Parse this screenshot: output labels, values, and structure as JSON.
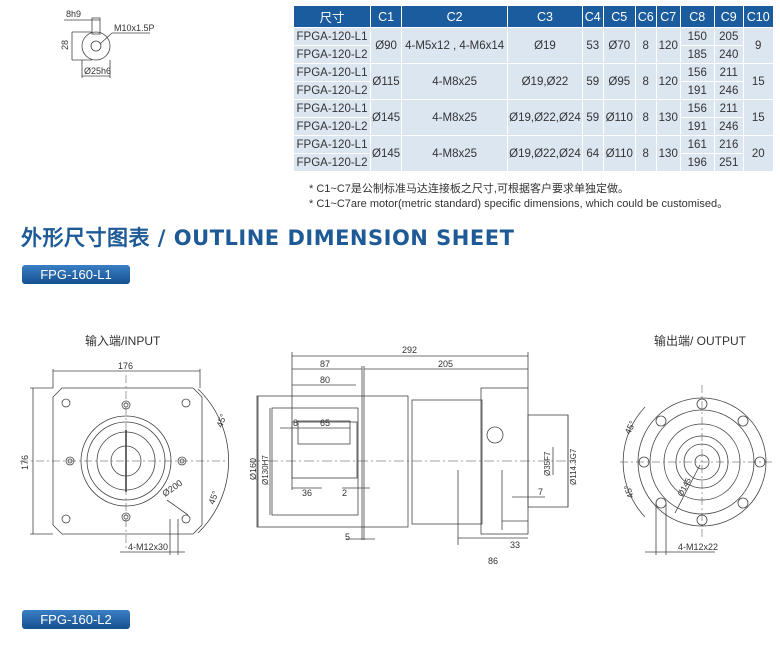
{
  "shaft_detail": {
    "key_width": "8h9",
    "height": "28",
    "thread": "M10x1.5P",
    "diameter": "Ø25h6"
  },
  "table": {
    "headers": [
      "尺寸",
      "C1",
      "C2",
      "C3",
      "C4",
      "C5",
      "C6",
      "C7",
      "C8",
      "C9",
      "C10"
    ],
    "groups": [
      {
        "models": [
          "FPGA-120-L1",
          "FPGA-120-L2"
        ],
        "c1": "Ø90",
        "c2": "4-M5x12 , 4-M6x14",
        "c3": "Ø19",
        "c4": "53",
        "c5": "Ø70",
        "c6": "8",
        "c7": "120",
        "c8": [
          "150",
          "185"
        ],
        "c9": [
          "205",
          "240"
        ],
        "c10": "9"
      },
      {
        "models": [
          "FPGA-120-L1",
          "FPGA-120-L2"
        ],
        "c1": "Ø115",
        "c2": "4-M8x25",
        "c3": "Ø19,Ø22",
        "c4": "59",
        "c5": "Ø95",
        "c6": "8",
        "c7": "120",
        "c8": [
          "156",
          "191"
        ],
        "c9": [
          "211",
          "246"
        ],
        "c10": "15"
      },
      {
        "models": [
          "FPGA-120-L1",
          "FPGA-120-L2"
        ],
        "c1": "Ø145",
        "c2": "4-M8x25",
        "c3": "Ø19,Ø22,Ø24",
        "c4": "59",
        "c5": "Ø110",
        "c6": "8",
        "c7": "130",
        "c8": [
          "156",
          "191"
        ],
        "c9": [
          "211",
          "246"
        ],
        "c10": "15"
      },
      {
        "models": [
          "FPGA-120-L1",
          "FPGA-120-L2"
        ],
        "c1": "Ø145",
        "c2": "4-M8x25",
        "c3": "Ø19,Ø22,Ø24",
        "c4": "64",
        "c5": "Ø110",
        "c6": "8",
        "c7": "130",
        "c8": [
          "161",
          "196"
        ],
        "c9": [
          "216",
          "251"
        ],
        "c10": "20"
      }
    ]
  },
  "notes": [
    "* C1~C7是公制标准马达连接板之尺寸,可根据客户要求单独定做。",
    "* C1~C7are motor(metric standard)  specific dimensions, which could be customised。"
  ],
  "section_title": "外形尺寸图表 / OUTLINE DIMENSION SHEET",
  "models": [
    "FPG-160-L1",
    "FPG-160-L2"
  ],
  "input_view": {
    "label": "输入端/INPUT",
    "width": "176",
    "height": "176",
    "angle1": "45°",
    "angle2": "45°",
    "pcd": "Ø200",
    "holes": "4-M12x30"
  },
  "side_view": {
    "total": "292",
    "d87": "87",
    "d205": "205",
    "d80": "80",
    "d8": "8",
    "d65": "65",
    "d36": "36",
    "d2": "2",
    "d5": "5",
    "d33": "33",
    "d86": "86",
    "d7": "7",
    "dia160": "Ø160",
    "dia130": "Ø130H7",
    "dia35": "Ø35F7",
    "dia114": "Ø114.3G7"
  },
  "output_view": {
    "label": "输出端/ OUTPUT",
    "angle1": "45°",
    "angle2": "45°",
    "pcd": "Ø145",
    "holes": "4-M12x22"
  },
  "colors": {
    "header": "#1b5c9e",
    "cell": "#dce6f1",
    "title": "#1d5a96"
  }
}
